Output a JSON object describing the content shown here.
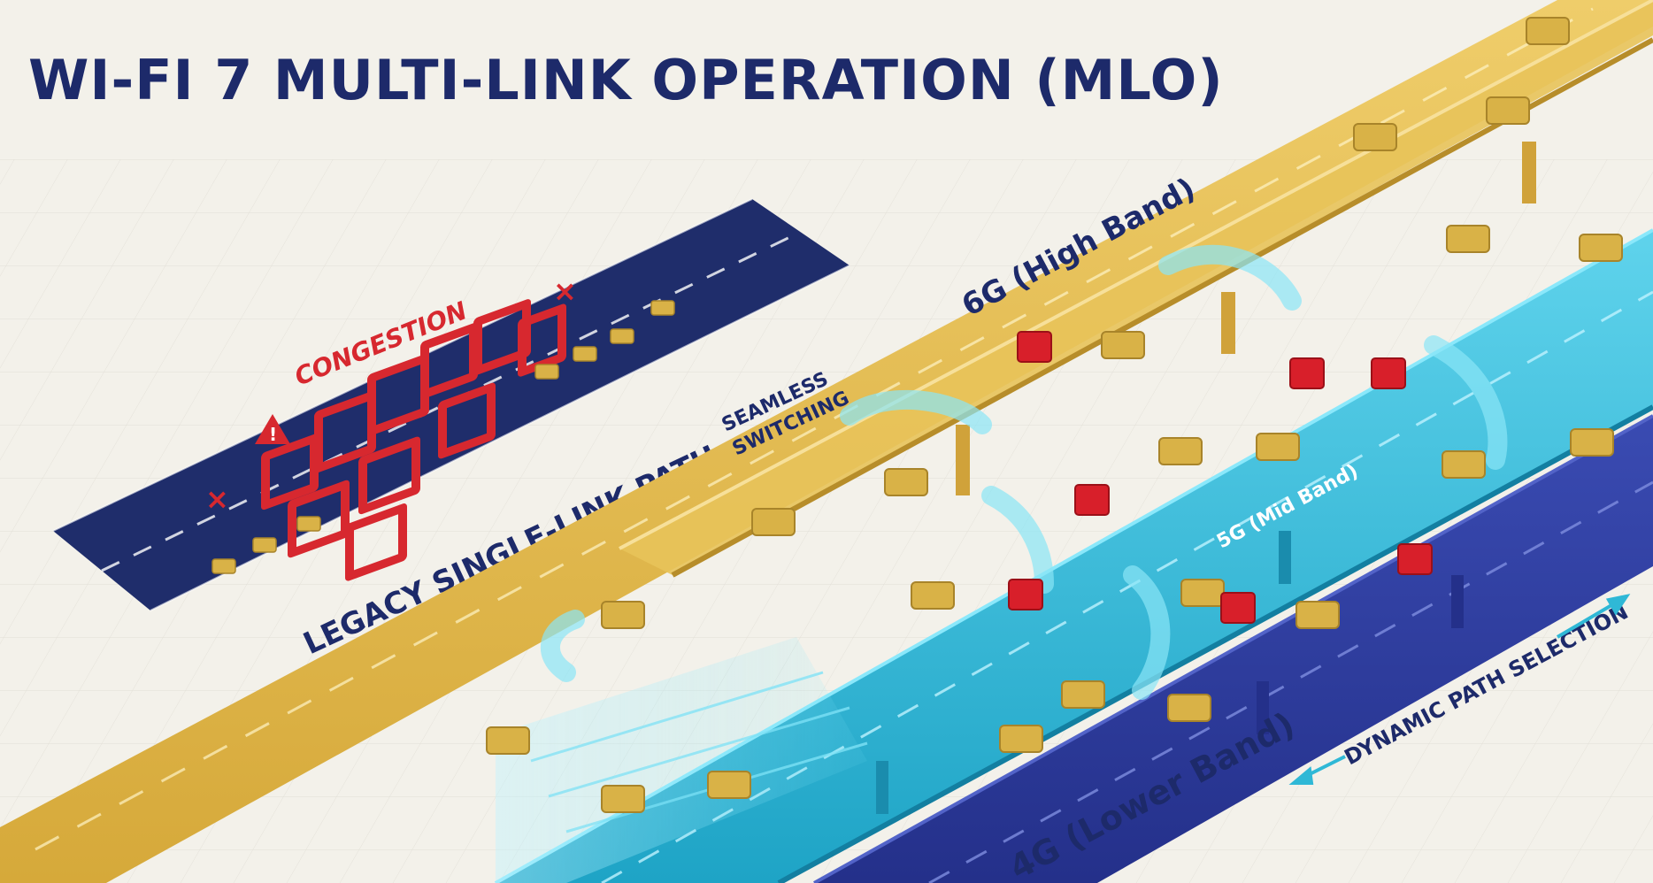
{
  "title": "WI-FI 7 MULTI-LINK OPERATION (MLO)",
  "labels": {
    "congestion": "CONGESTION",
    "legacy_path": "LEGACY SINGLE-LINK PATH",
    "seamless_1": "SEAMLESS",
    "seamless_2": "SWITCHING",
    "high_band": "6G (High Band)",
    "mid_band": "5G (Mid Band)",
    "lower_band": "4G (Lower Band)",
    "dynamic_path": "DYNAMIC PATH SELECTION"
  },
  "colors": {
    "title": "#1d2a6a",
    "legacy_road": "#1f2d6b",
    "high_band": "#e3b746",
    "mid_band": "#2fb8d6",
    "lower_band": "#2c3a9a",
    "congestion": "#d7282f",
    "packet": "#d9b247",
    "blocked_packet": "#d81f2a"
  },
  "icons": [
    "warning-icon",
    "blocked-x-icon",
    "switch-arrow-icon",
    "packet-icon",
    "blocked-packet-icon"
  ]
}
